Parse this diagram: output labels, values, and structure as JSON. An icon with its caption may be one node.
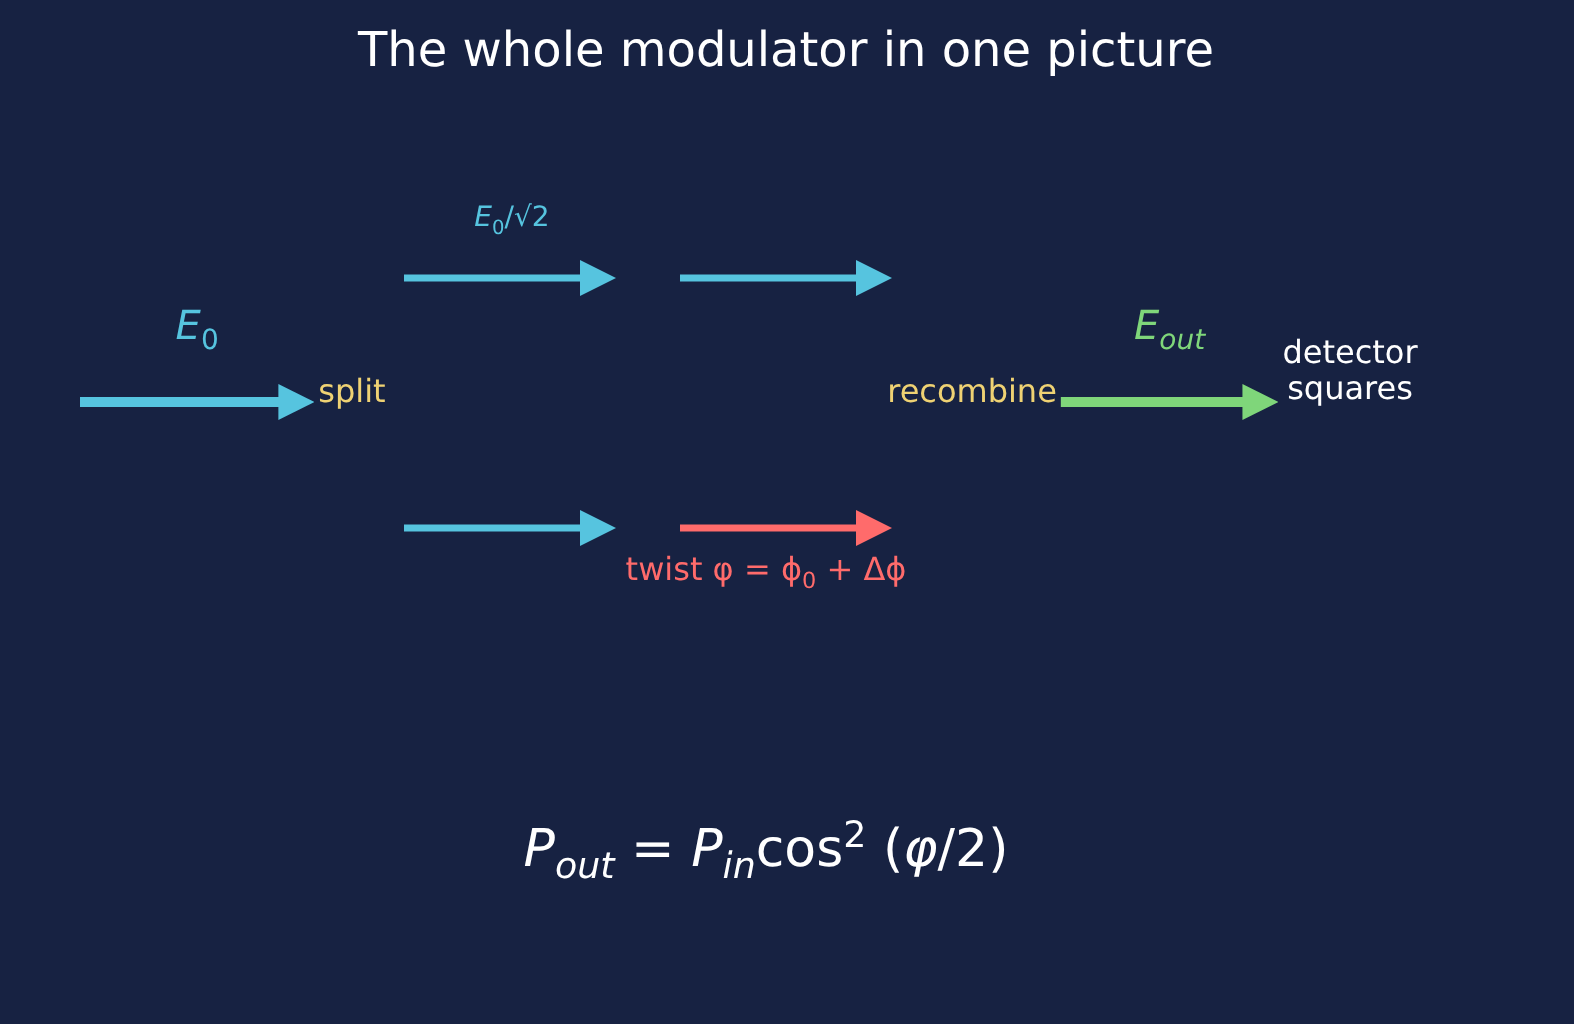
{
  "diagram": {
    "title": "The whole modulator in one picture",
    "nodes": [
      {
        "text": [
          "split"
        ]
      },
      {
        "text": [
          "recombine"
        ]
      },
      {
        "text": [
          "detector squares"
        ]
      }
    ],
    "edges": [
      {
        "from": null,
        "to": 0,
        "arrow": "to",
        "label": "*E*$_{0}$",
        "color": "#56c4df"
      },
      {
        "from": 1,
        "to": 2,
        "arrow": "to",
        "label": "E$_{out}$",
        "color": "#7fd67a"
      }
    ],
    "labels": [
      "*E*$_{0}$/√2",
      "twist φ = ϕ$_{0}$ + Δϕ",
      "*P*$_{out}$ = *P*$_{in}$cos$^{2}$ (*φ*/2)"
    ]
  }
}
